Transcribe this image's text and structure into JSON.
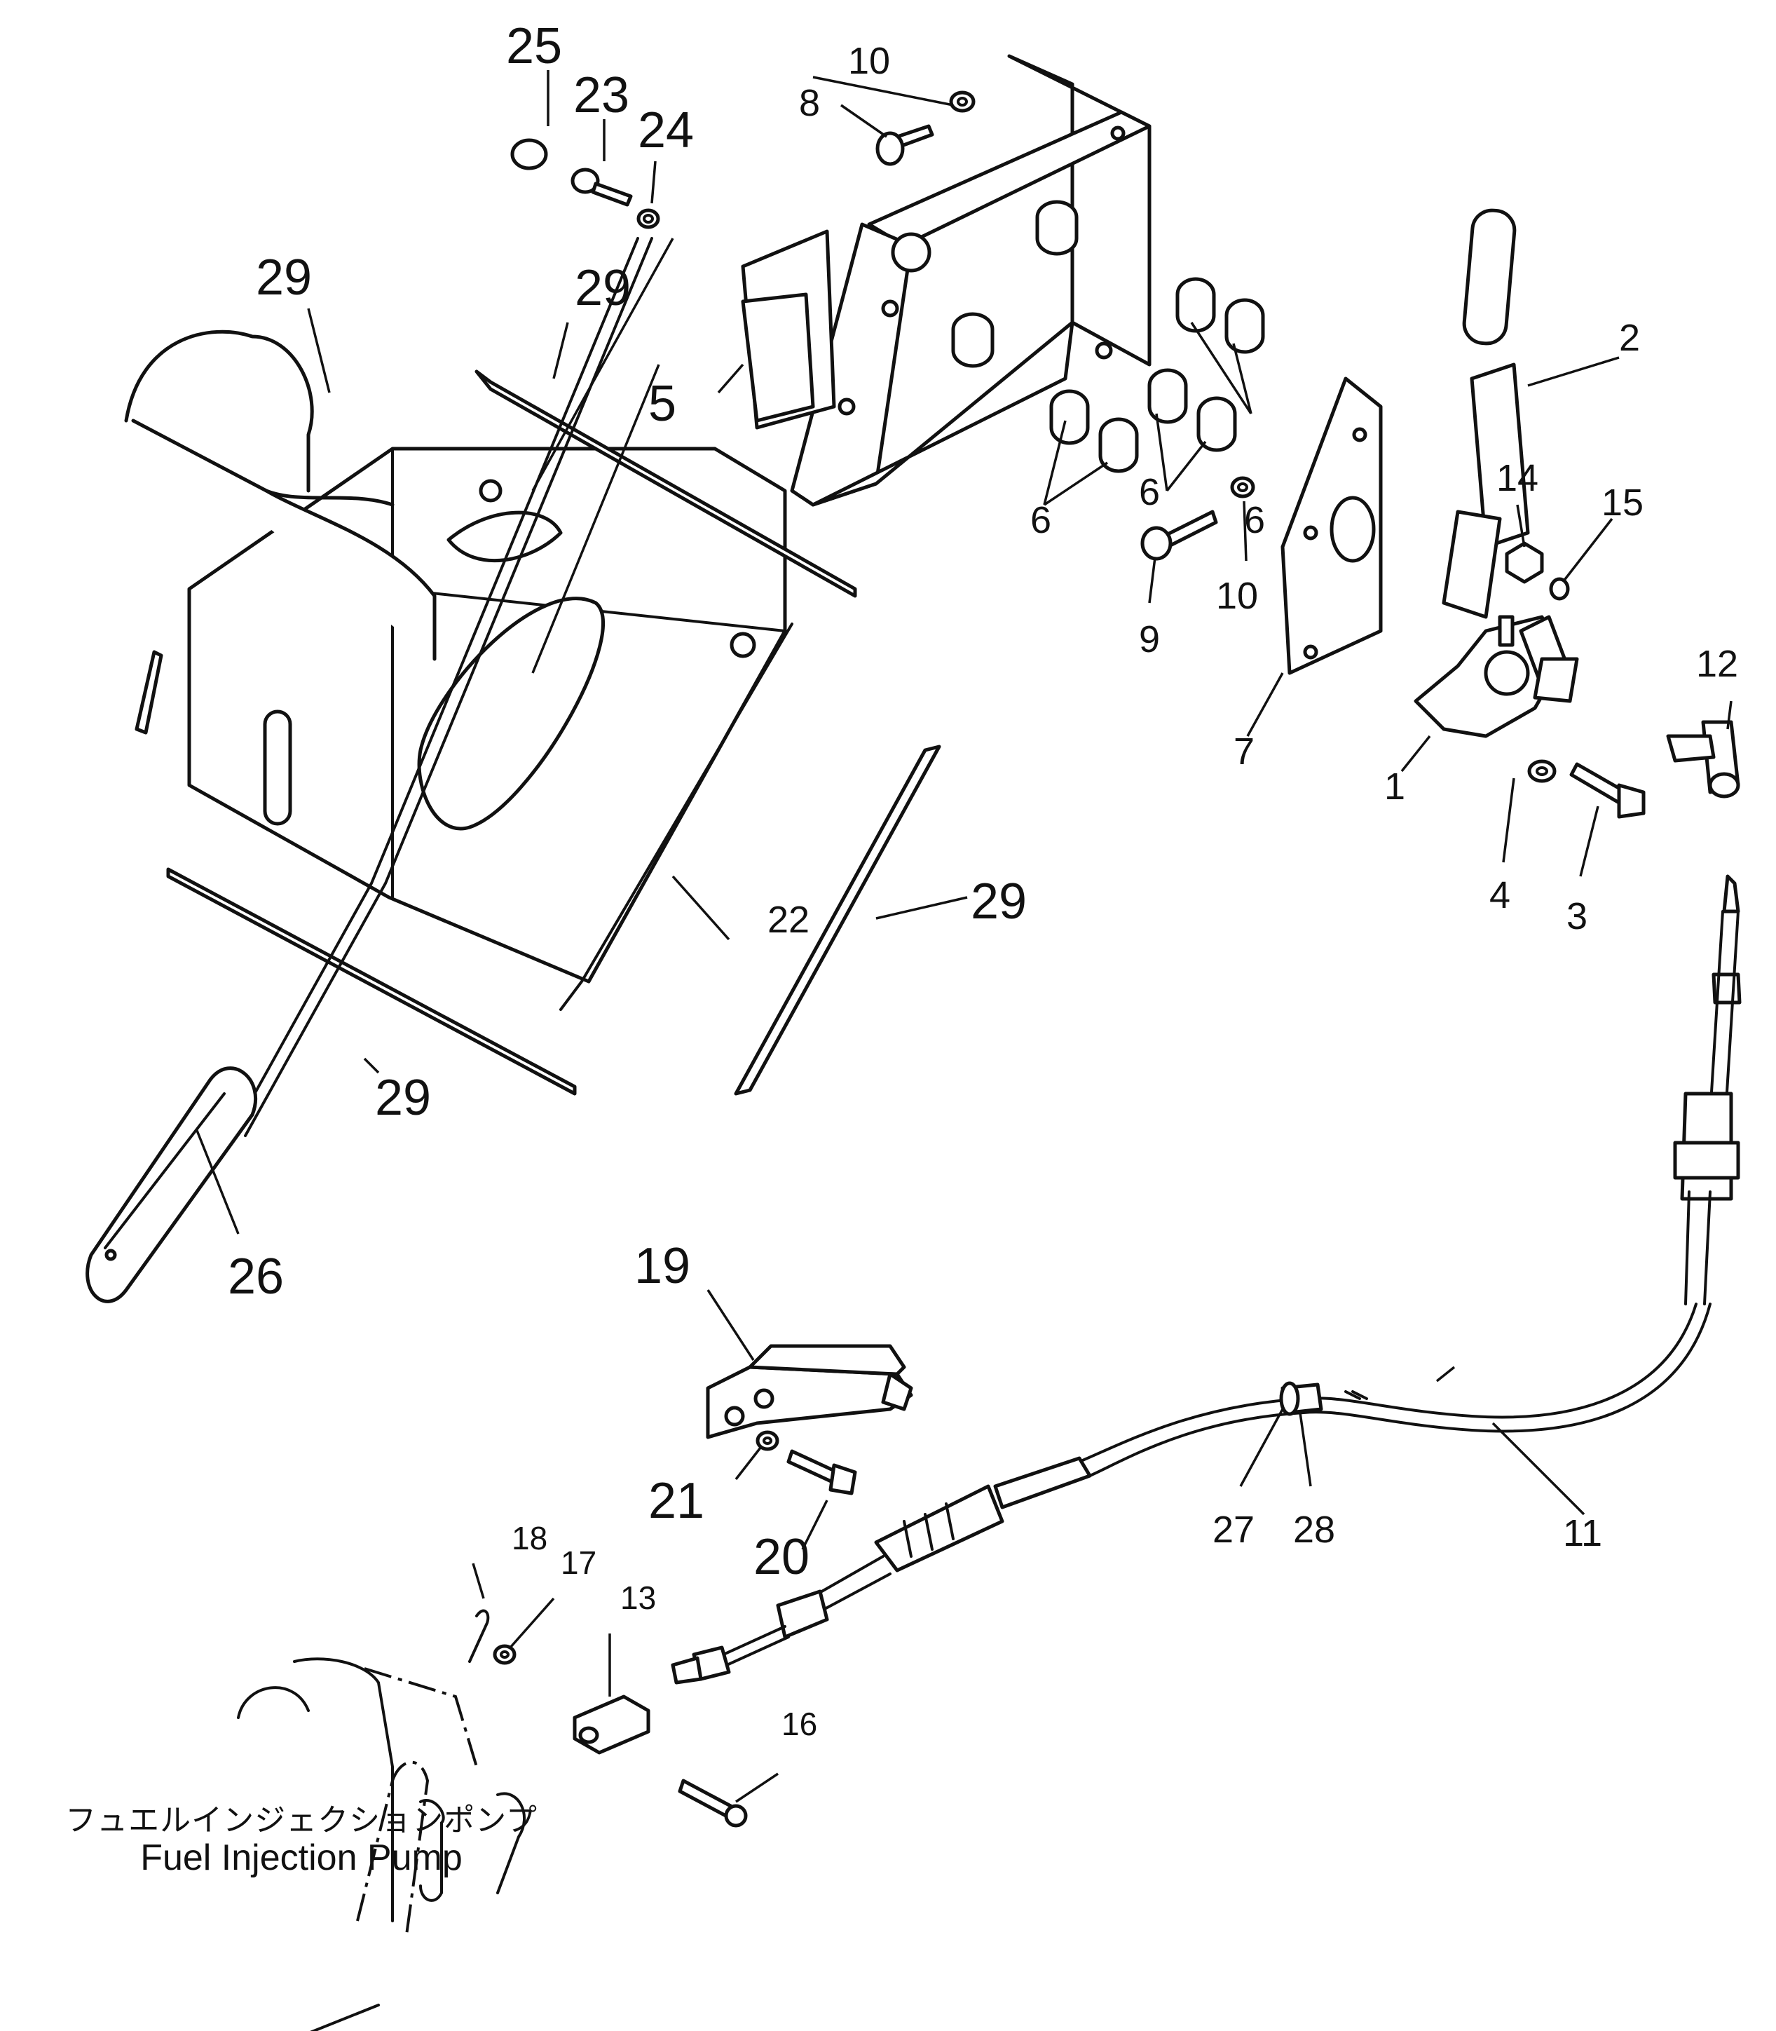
{
  "diagram": {
    "callouts": [
      {
        "id": "c1",
        "text": "1"
      },
      {
        "id": "c2",
        "text": "2"
      },
      {
        "id": "c3",
        "text": "3"
      },
      {
        "id": "c4",
        "text": "4"
      },
      {
        "id": "c5",
        "text": "5"
      },
      {
        "id": "c6a",
        "text": "6"
      },
      {
        "id": "c6b",
        "text": "6"
      },
      {
        "id": "c6c",
        "text": "6"
      },
      {
        "id": "c7",
        "text": "7"
      },
      {
        "id": "c8",
        "text": "8"
      },
      {
        "id": "c9",
        "text": "9"
      },
      {
        "id": "c10a",
        "text": "10"
      },
      {
        "id": "c10b",
        "text": "10"
      },
      {
        "id": "c11",
        "text": "11"
      },
      {
        "id": "c12",
        "text": "12"
      },
      {
        "id": "c13",
        "text": "13"
      },
      {
        "id": "c14",
        "text": "14"
      },
      {
        "id": "c15",
        "text": "15"
      },
      {
        "id": "c16",
        "text": "16"
      },
      {
        "id": "c17",
        "text": "17"
      },
      {
        "id": "c18",
        "text": "18"
      },
      {
        "id": "c19",
        "text": "19"
      },
      {
        "id": "c20",
        "text": "20"
      },
      {
        "id": "c21",
        "text": "21"
      },
      {
        "id": "c22",
        "text": "22"
      },
      {
        "id": "c23",
        "text": "23"
      },
      {
        "id": "c24",
        "text": "24"
      },
      {
        "id": "c25",
        "text": "25"
      },
      {
        "id": "c26",
        "text": "26"
      },
      {
        "id": "c27",
        "text": "27"
      },
      {
        "id": "c28",
        "text": "28"
      },
      {
        "id": "c29a",
        "text": "29"
      },
      {
        "id": "c29b",
        "text": "29"
      },
      {
        "id": "c29c",
        "text": "29"
      },
      {
        "id": "c29d",
        "text": "29"
      }
    ],
    "caption_jp": "フュエルインジェクションポンプ",
    "caption_en": "Fuel Injection Pump"
  }
}
